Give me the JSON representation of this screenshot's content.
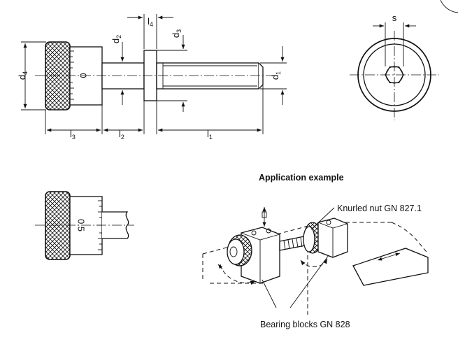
{
  "labels": {
    "d4": "d",
    "d4_sub": "4",
    "d2": "d",
    "d2_sub": "2",
    "d3": "d",
    "d3_sub": "3",
    "d1": "d",
    "d1_sub": "1",
    "l4": "l",
    "l4_sub": "4",
    "l3": "l",
    "l3_sub": "3",
    "l2": "l",
    "l2_sub": "2",
    "l1": "l",
    "l1_sub": "1",
    "s": "s",
    "scale_zero": "0",
    "scale_half": "0.5"
  },
  "application": {
    "title": "Application example",
    "knurled_nut": "Knurled nut GN 827.1",
    "bearing_blocks": "Bearing blocks GN 828"
  }
}
